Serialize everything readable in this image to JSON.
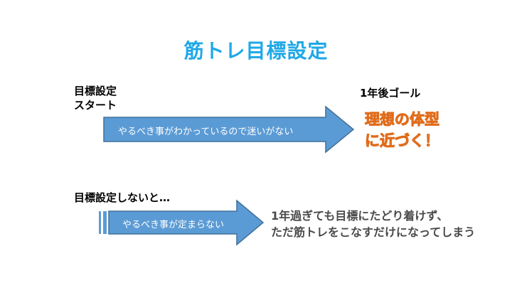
{
  "colors": {
    "title": "#1fa8e6",
    "arrow_fill": "#5b9bd5",
    "arrow_stroke": "#41719c",
    "goal_fill": "#f4a46b",
    "goal_stroke": "#e06c1b",
    "outcome_text": "#4a4a4a"
  },
  "title": "筋トレ目標設定",
  "with_goal": {
    "start_label_line1": "目標設定",
    "start_label_line2": "スタート",
    "goal_label": "1年後ゴール",
    "arrow_text": "やるべき事がわかっているので迷いがない",
    "goal_line1": "理想の体型",
    "goal_line2": "に近づく！"
  },
  "without_goal": {
    "label": "目標設定しないと…",
    "arrow_text": "やるべき事が定まらない",
    "outcome_line1": "1年過ぎても目標にたどり着けず、",
    "outcome_line2": "ただ筋トレをこなすだけになってしまう"
  }
}
